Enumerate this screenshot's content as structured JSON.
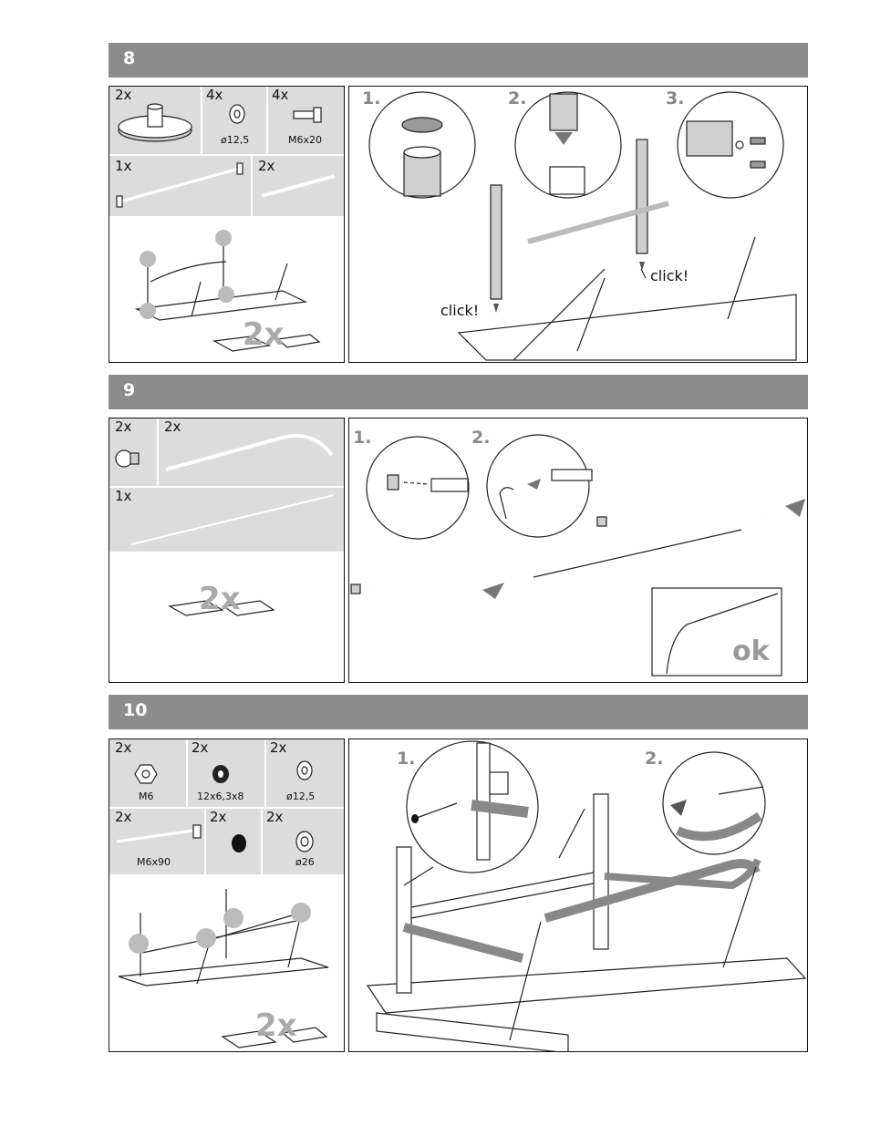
{
  "sections": [
    {
      "number": "8",
      "parts": [
        {
          "qty": "2x"
        },
        {
          "qty": "4x",
          "label": "ø12,5"
        },
        {
          "qty": "4x",
          "label": "M6x20"
        },
        {
          "qty": "1x"
        },
        {
          "qty": "2x"
        }
      ],
      "multiplier": "2x",
      "steps": [
        "1.",
        "2.",
        "3."
      ],
      "clicks": [
        "click!",
        "click!"
      ]
    },
    {
      "number": "9",
      "parts": [
        {
          "qty": "2x"
        },
        {
          "qty": "2x"
        },
        {
          "qty": "1x"
        }
      ],
      "multiplier": "2x",
      "steps": [
        "1.",
        "2."
      ],
      "ok": "ok"
    },
    {
      "number": "10",
      "parts": [
        {
          "qty": "2x",
          "label": "M6"
        },
        {
          "qty": "2x",
          "label": "12x6,3x8"
        },
        {
          "qty": "2x",
          "label": "ø12,5"
        },
        {
          "qty": "2x",
          "label": "M6x90"
        },
        {
          "qty": "2x"
        },
        {
          "qty": "2x",
          "label": "ø26"
        }
      ],
      "multiplier": "2x",
      "steps": [
        "1.",
        "2."
      ]
    }
  ],
  "icons": [
    "leg-foot-icon",
    "washer-icon",
    "bolt-icon",
    "crossbar-icon",
    "tube-icon",
    "end-cap-icon",
    "curved-tube-icon",
    "long-rod-icon",
    "nut-icon",
    "spacer-icon",
    "long-bolt-icon",
    "cap-icon",
    "large-washer-icon"
  ]
}
